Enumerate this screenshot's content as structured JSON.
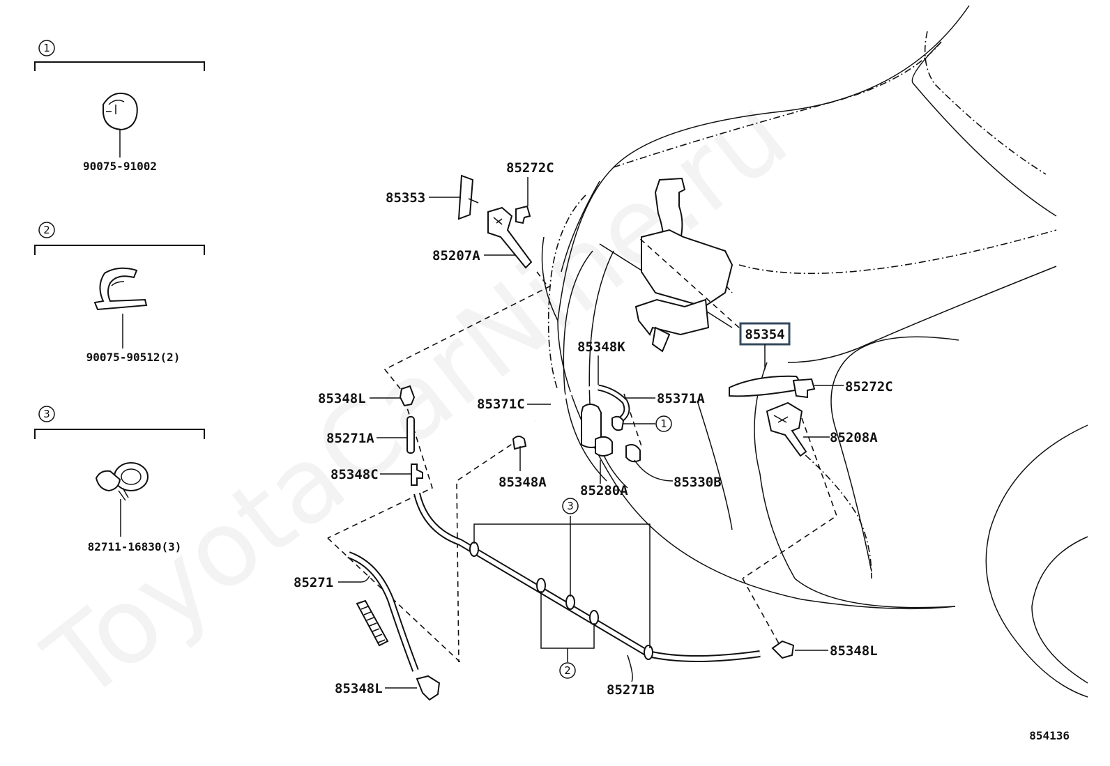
{
  "diagram_id": "854136",
  "watermark": "ToyotaCarNine.ru",
  "legend": [
    {
      "num": "1",
      "part": "90075-91002"
    },
    {
      "num": "2",
      "part": "90075-90512(2)"
    },
    {
      "num": "3",
      "part": "82711-16830(3)"
    }
  ],
  "callouts": {
    "c85353": "85353",
    "c85272C_top": "85272C",
    "c85207A": "85207A",
    "c85354": "85354",
    "c85348K": "85348K",
    "c85371C": "85371C",
    "c85371A": "85371A",
    "c85272C_right": "85272C",
    "c85208A": "85208A",
    "c85348L_left_top": "85348L",
    "c85271A": "85271A",
    "c85348C": "85348C",
    "c85348A": "85348A",
    "c85280A": "85280A",
    "c85330B": "85330B",
    "c85271": "85271",
    "c85348L_left_bottom": "85348L",
    "c85271B": "85271B",
    "c85348L_right": "85348L"
  },
  "ref_circles": {
    "r1": "1",
    "r2": "2",
    "r3": "3"
  },
  "highlighted_part": "85354",
  "colors": {
    "line": "#111111",
    "highlight_border": "#34495e",
    "background": "#ffffff"
  }
}
